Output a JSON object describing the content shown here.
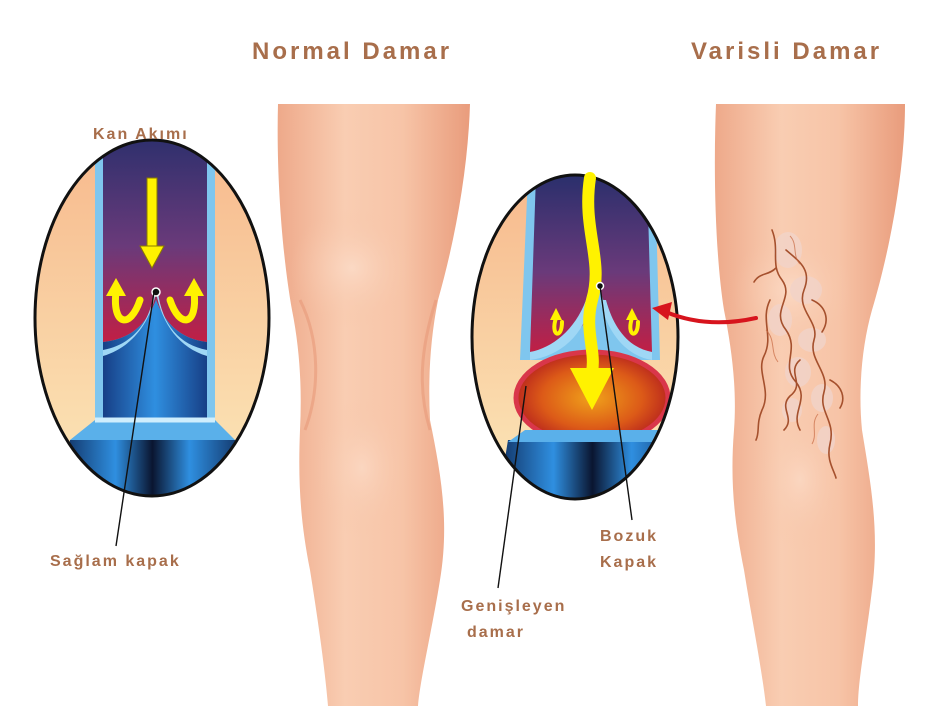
{
  "titles": {
    "normal": "Normal Damar",
    "varicose": "Varisli Damar"
  },
  "labels": {
    "blood_flow": "Kan Akımı",
    "healthy_valve": "Sağlam kapak",
    "broken_valve_line1": "Bozuk",
    "broken_valve_line2": "Kapak",
    "dilated_vein_line1": "Genişleyen",
    "dilated_vein_line2": "damar"
  },
  "colors": {
    "label_text": "#a86e4b",
    "skin": "#f7c3a6",
    "vein_blue": "#2a7fd0",
    "vein_dark": "#2b2c66",
    "flow_arrow": "#fff200",
    "blood_red": "#c8102e",
    "pointer_arrow": "#d7141d"
  }
}
